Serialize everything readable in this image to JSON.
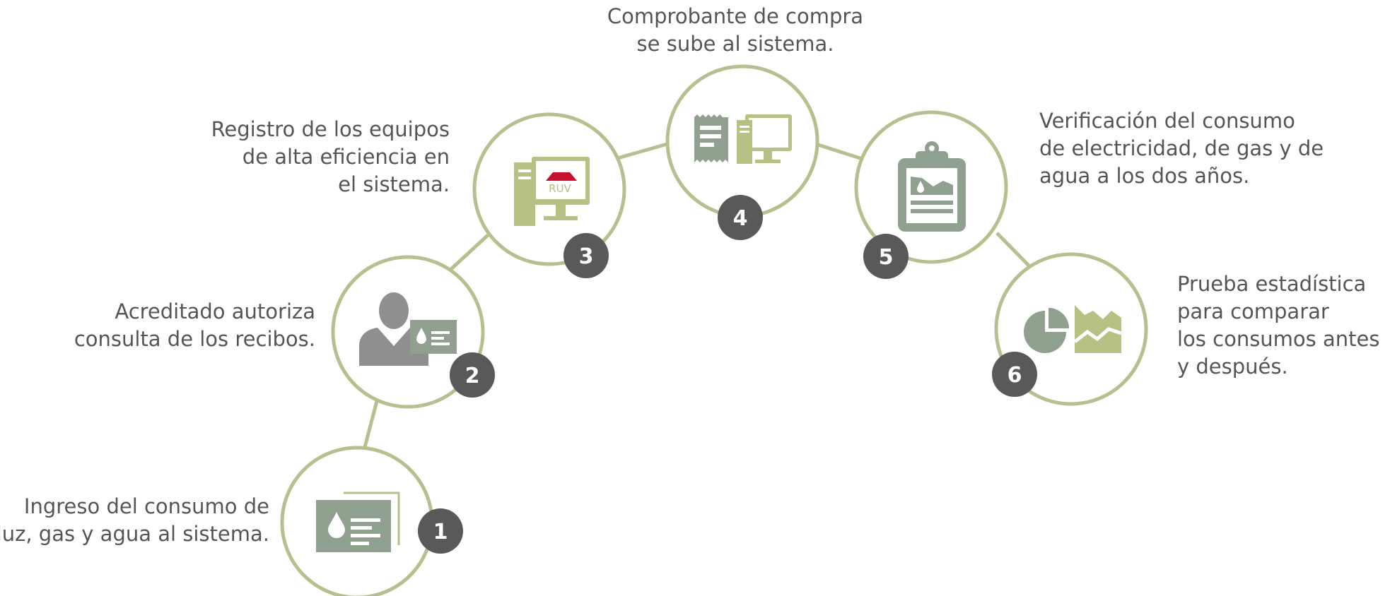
{
  "colors": {
    "ring": "#b4c18e",
    "badge": "#595959",
    "icon_green": "#8fa08f",
    "icon_olive": "#b9c084",
    "icon_gray": "#8f8f8f",
    "logo_red": "#c8102e",
    "text": "#555555"
  },
  "steps": [
    {
      "number": "1",
      "icon": "water-bill-icon",
      "lines": [
        "Ingreso del consumo de",
        "luz, gas y agua al sistema."
      ]
    },
    {
      "number": "2",
      "icon": "person-with-bill-icon",
      "lines": [
        "Acreditado autoriza",
        "consulta de los recibos."
      ]
    },
    {
      "number": "3",
      "icon": "computer-ruv-icon",
      "logo_text": "RUV",
      "lines": [
        "Registro de los equipos",
        "de alta eficiencia en",
        "el sistema."
      ]
    },
    {
      "number": "4",
      "icon": "receipt-computer-icon",
      "lines": [
        "Comprobante de compra",
        "se sube al sistema."
      ]
    },
    {
      "number": "5",
      "icon": "clipboard-chart-icon",
      "lines": [
        "Verificación del consumo",
        "de electricidad, de gas y de",
        "agua a los dos años."
      ]
    },
    {
      "number": "6",
      "icon": "pie-area-chart-icon",
      "lines": [
        "Prueba estadística",
        "para comparar",
        "los consumos antes",
        "y después."
      ]
    }
  ]
}
